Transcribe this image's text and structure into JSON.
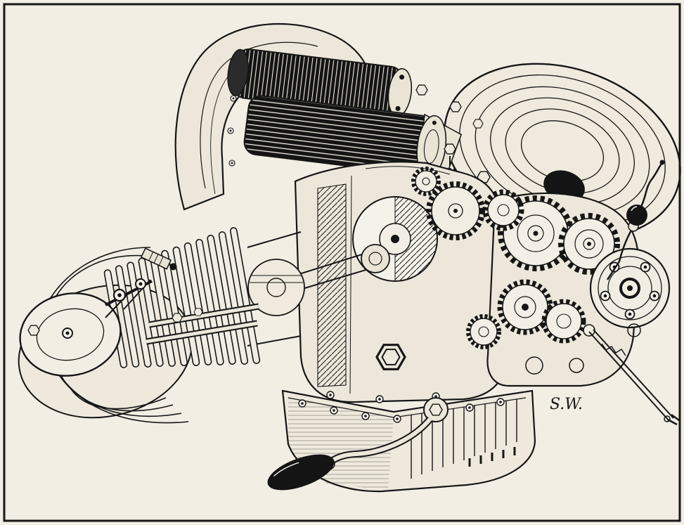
{
  "plate": {
    "signature": "S.W.",
    "colors": {
      "paper": "#f2eee3",
      "ink": "#161616",
      "shade": "#ece7da",
      "dark": "#141414"
    },
    "components": [
      "front-engine-cover",
      "starter-motor",
      "generator",
      "right-cylinder-head",
      "crankcase",
      "crankshaft",
      "camshaft-gear",
      "connecting-rod",
      "piston",
      "left-cylinder-fins",
      "left-cylinder-head",
      "left-valve-cover",
      "rocker-gear",
      "spark-plug",
      "pushrod-tubes",
      "gearbox",
      "gear-cluster",
      "output-flange",
      "oil-pan",
      "kickstart-lever",
      "oil-dipstick",
      "clutch-rod"
    ]
  }
}
